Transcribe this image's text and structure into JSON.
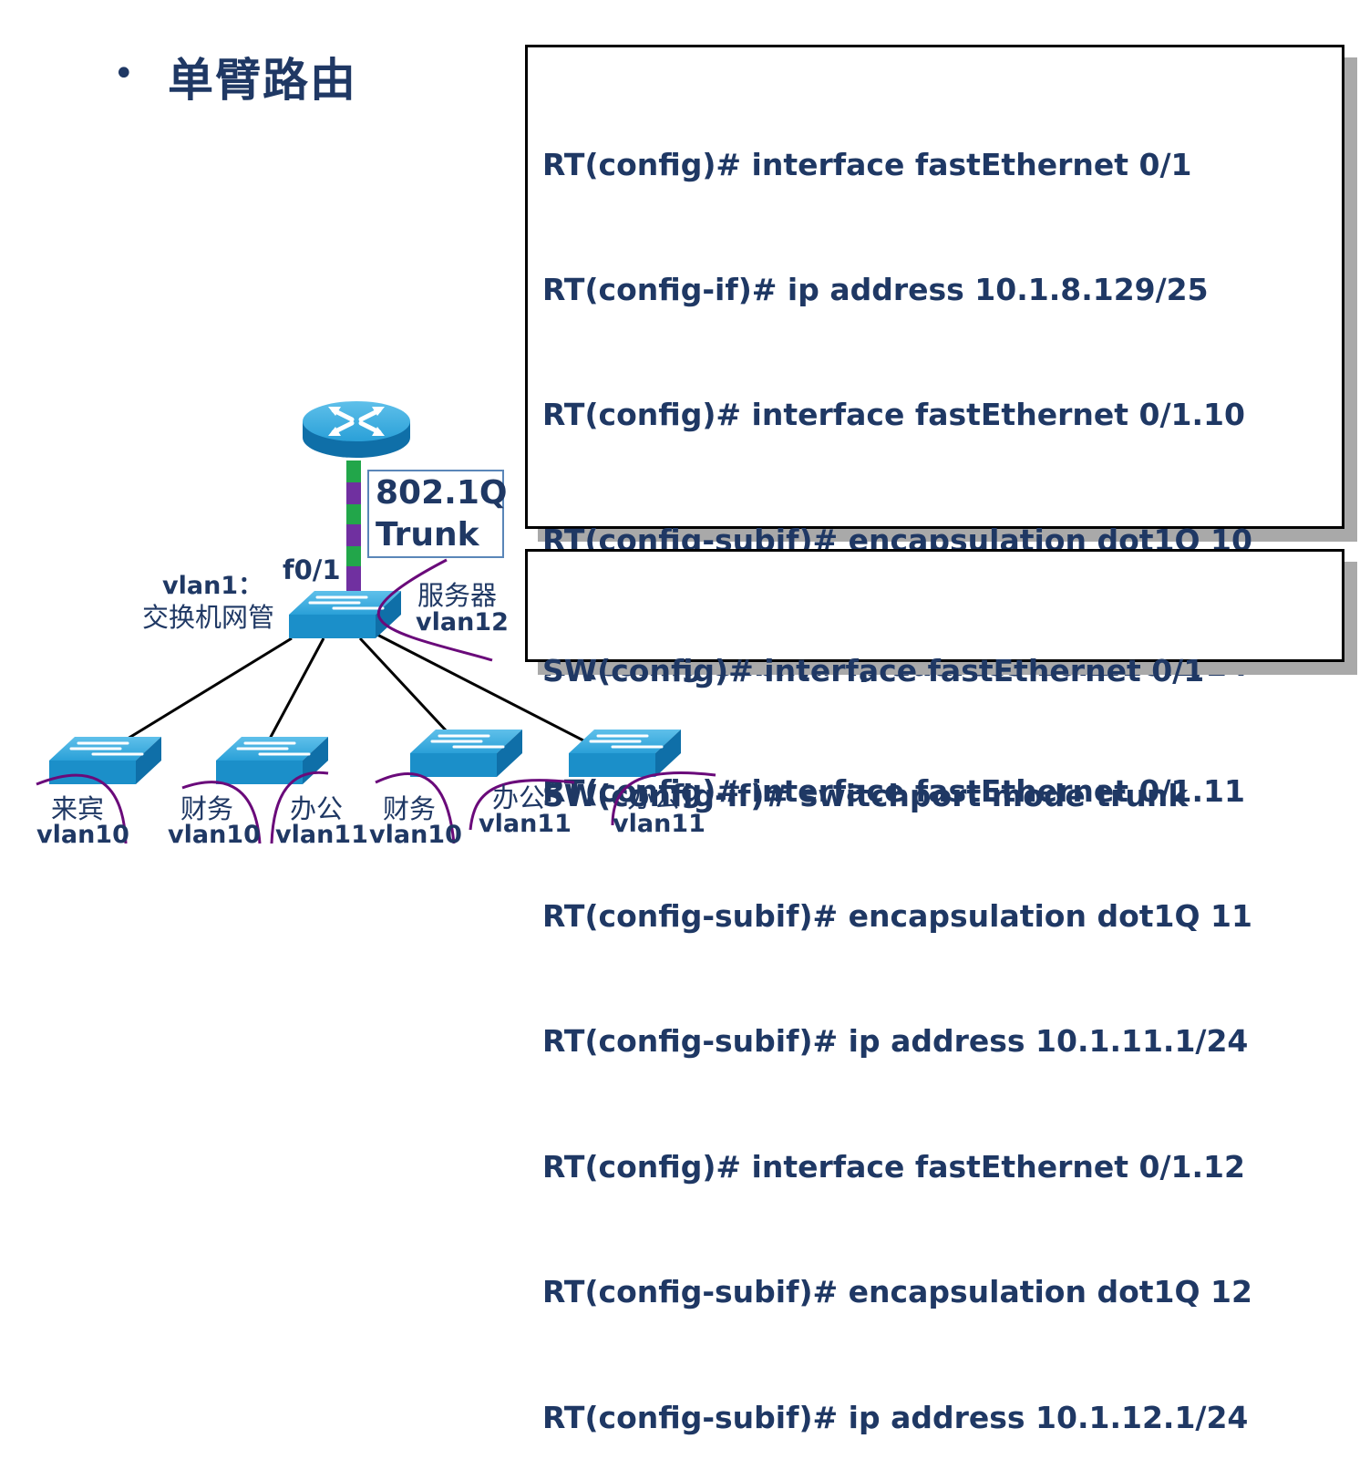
{
  "title": "单臂路由",
  "bullet": "•",
  "router_config": [
    "RT(config)# interface fastEthernet 0/1",
    "RT(config-if)# ip address 10.1.8.129/25",
    "RT(config)# interface fastEthernet 0/1.10",
    "RT(config-subif)# encapsulation dot1Q 10",
    "RT(config-subif)# ip address 10.1.10.1/24",
    "RT(config)# interface fastEthernet 0/1.11",
    "RT(config-subif)# encapsulation dot1Q 11",
    "RT(config-subif)# ip address 10.1.11.1/24",
    "RT(config)# interface fastEthernet 0/1.12",
    "RT(config-subif)# encapsulation dot1Q 12",
    "RT(config-subif)# ip address 10.1.12.1/24"
  ],
  "switch_config": [
    "SW(config)# interface fastEthernet 0/1",
    "SW(config-if)# switchport mode trunk"
  ],
  "diagram": {
    "trunk_label_1": "802.1Q",
    "trunk_label_2": "Trunk",
    "port_label": "f0/1",
    "mgmt_vlan": "vlan1：",
    "mgmt_desc": "交换机网管",
    "server_name": "服务器",
    "server_vlan": "vlan12",
    "access_groups": [
      {
        "name": "来宾",
        "vlan": "vlan10"
      },
      {
        "name": "财务",
        "vlan": "vlan10"
      },
      {
        "name": "办公",
        "vlan": "vlan11"
      },
      {
        "name": "财务",
        "vlan": "vlan10"
      },
      {
        "name": "办公",
        "vlan": "vlan11"
      },
      {
        "name": "办公",
        "vlan": "vlan11"
      }
    ]
  },
  "colors": {
    "text": "#1f3864",
    "device_blue": "#1b8fc9",
    "trunk_green": "#22a64a",
    "trunk_purple": "#7030a0",
    "vlan_curve": "#6a0a7a",
    "shadow": "#a9a9a9"
  }
}
